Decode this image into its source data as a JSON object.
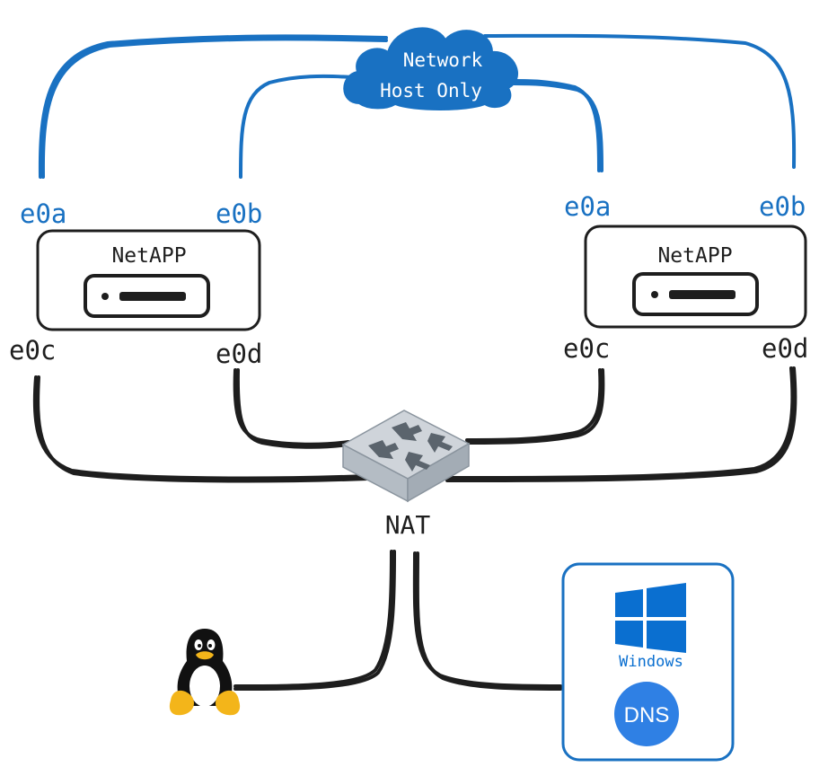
{
  "cloud": {
    "line1": "Network",
    "line2": "Host Only"
  },
  "left_netapp": {
    "title": "NetAPP",
    "ports": {
      "top_left": "e0a",
      "top_right": "e0b",
      "bottom_left": "e0c",
      "bottom_right": "e0d"
    }
  },
  "right_netapp": {
    "title": "NetAPP",
    "ports": {
      "top_left": "e0a",
      "top_right": "e0b",
      "bottom_left": "e0c",
      "bottom_right": "e0d"
    }
  },
  "switch": {
    "label": "NAT"
  },
  "windows_box": {
    "windows_label": "Windows",
    "dns_label": "DNS"
  },
  "colors": {
    "blue": "#1971c2",
    "black": "#1e1e1e",
    "dns_circle": "#2f80e4",
    "windows_blue": "#0a6fd0",
    "tux_yellow": "#f3b51a"
  }
}
